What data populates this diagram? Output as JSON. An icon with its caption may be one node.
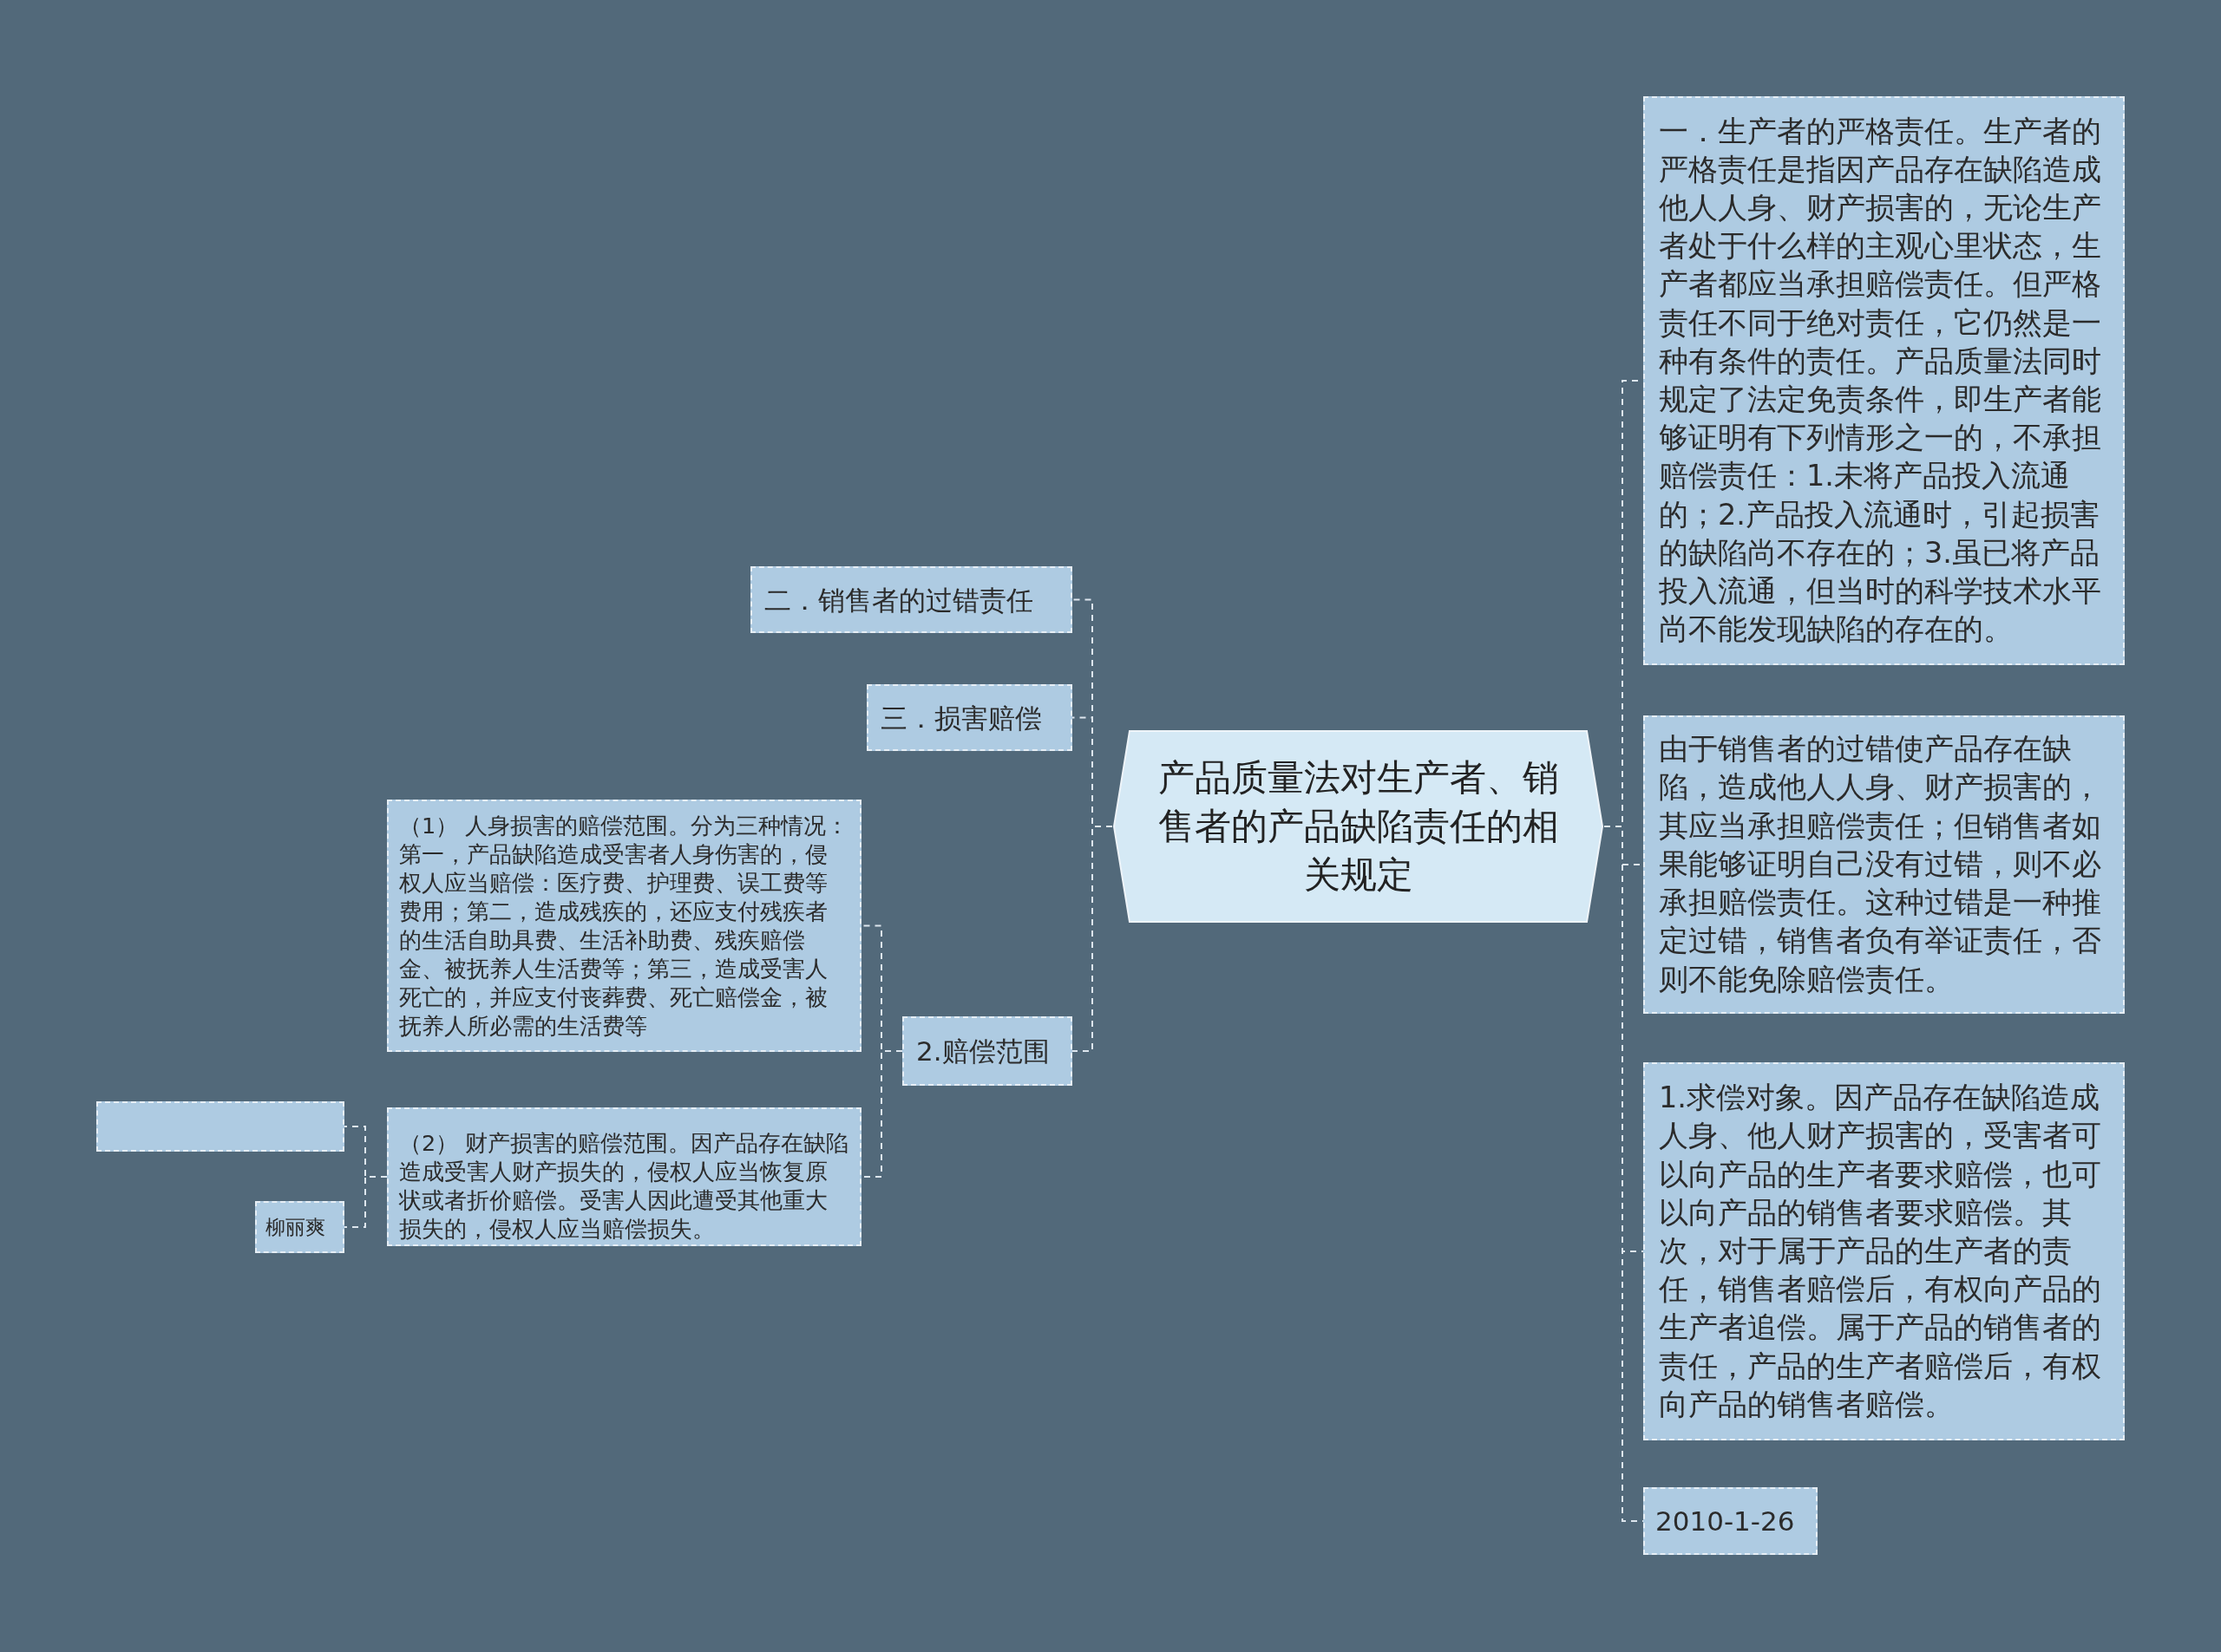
{
  "diagram": {
    "nodes": [
      {
        "text": [
          "产品质量法对生产者、销售者的产品缺陷责任的相关规定"
        ]
      },
      {
        "text": [
          "二．销售者的过错责任"
        ]
      },
      {
        "text": [
          "三．损害赔偿"
        ]
      },
      {
        "text": [
          "2.赔偿范围"
        ]
      },
      {
        "text": [
          "（1） 人身损害的赔偿范围。分为三种情况：第一，产品缺陷造成受害者人身伤害的，侵权人应当赔偿：医疗费、护理费、误工费等费用；第二，造成残疾的，还应支付残疾者的生活自助具费、生活补助费、残疾赔偿金、被抚养人生活费等；第三，造成受害人死亡的，并应支付丧葬费、死亡赔偿金，被抚养人所必需的生活费等"
        ]
      },
      {
        "text": [
          "（2） 财产损害的赔偿范围。因产品存在缺陷造成受害人财产损失的，侵权人应当恢复原状或者折价赔偿。受害人因此遭受其他重大损失的，侵权人应当赔偿损失。"
        ]
      },
      {
        "text": [],
        "shape": "box"
      },
      {
        "text": [
          "柳丽爽"
        ]
      },
      {
        "text": [
          "一．生产者的严格责任。生产者的严格责任是指因产品存在缺陷造成他人人身、财产损害的，无论生产者处于什么样的主观心里状态，生产者都应当承担赔偿责任。但严格责任不同于绝对责任，它仍然是一种有条件的责任。产品质量法同时规定了法定免责条件，即生产者能够证明有下列情形之一的，不承担赔偿责任：1.未将产品投入流通的；2.产品投入流通时，引起损害的缺陷尚不存在的；3.虽已将产品投入流通，但当时的科学技术水平尚不能发现缺陷的存在的。"
        ]
      },
      {
        "text": [
          "由于销售者的过错使产品存在缺陷，造成他人人身、财产损害的，其应当承担赔偿责任；但销售者如果能够证明自己没有过错，则不必承担赔偿责任。这种过错是一种推定过错，销售者负有举证责任，否则不能免除赔偿责任。"
        ]
      },
      {
        "text": [
          "1.求偿对象。因产品存在缺陷造成人身、他人财产损害的，受害者可以向产品的生产者要求赔偿，也可以向产品的销售者要求赔偿。其次，对于属于产品的生产者的责任，销售者赔偿后，有权向产品的生产者追偿。属于产品的销售者的责任，产品的生产者赔偿后，有权向产品的销售者赔偿。"
        ]
      },
      {
        "text": [
          "2010-1-26"
        ]
      }
    ],
    "edges": [
      {
        "from": 0,
        "to": 1,
        "arrow": "none",
        "style": "dashed"
      },
      {
        "from": 0,
        "to": 2,
        "arrow": "none",
        "style": "dashed"
      },
      {
        "from": 0,
        "to": 3,
        "arrow": "none",
        "style": "dashed"
      },
      {
        "from": 3,
        "to": 4,
        "arrow": "none",
        "style": "dashed"
      },
      {
        "from": 3,
        "to": 5,
        "arrow": "none",
        "style": "dashed"
      },
      {
        "from": 5,
        "to": 6,
        "arrow": "none",
        "style": "dashed"
      },
      {
        "from": 5,
        "to": 7,
        "arrow": "none",
        "style": "dashed"
      },
      {
        "from": 0,
        "to": 8,
        "arrow": "none",
        "style": "dashed"
      },
      {
        "from": 0,
        "to": 9,
        "arrow": "none",
        "style": "dashed"
      },
      {
        "from": 0,
        "to": 10,
        "arrow": "none",
        "style": "dashed"
      },
      {
        "from": 0,
        "to": 11,
        "arrow": "none",
        "style": "dashed"
      }
    ]
  }
}
